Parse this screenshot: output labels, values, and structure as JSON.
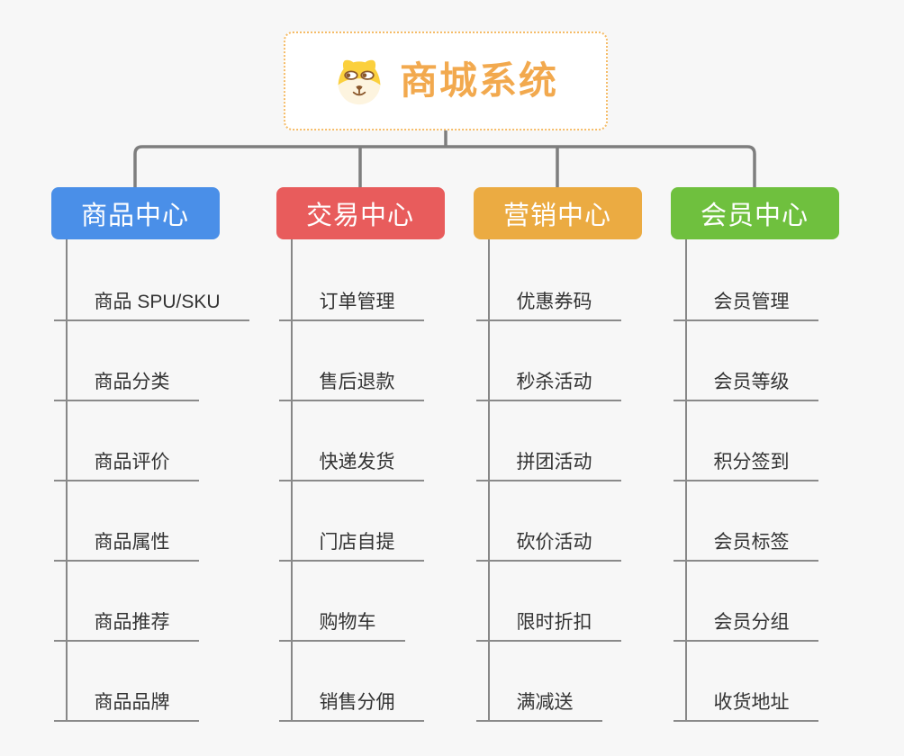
{
  "page": {
    "background_color": "#f7f7f7"
  },
  "root": {
    "title": "商城系统",
    "icon": "dog-face-icon",
    "title_color": "#f2a94e",
    "border_color": "#f5bc68"
  },
  "connector_color": "#7e7e7e",
  "branches": [
    {
      "label": "商品中心",
      "color": "#4a8fe8",
      "children": [
        "商品 SPU/SKU",
        "商品分类",
        "商品评价",
        "商品属性",
        "商品推荐",
        "商品品牌"
      ]
    },
    {
      "label": "交易中心",
      "color": "#e85c5c",
      "children": [
        "订单管理",
        "售后退款",
        "快递发货",
        "门店自提",
        "购物车",
        "销售分佣"
      ]
    },
    {
      "label": "营销中心",
      "color": "#ebab42",
      "children": [
        "优惠券码",
        "秒杀活动",
        "拼团活动",
        "砍价活动",
        "限时折扣",
        "满减送"
      ]
    },
    {
      "label": "会员中心",
      "color": "#6fc03e",
      "children": [
        "会员管理",
        "会员等级",
        "积分签到",
        "会员标签",
        "会员分组",
        "收货地址"
      ]
    }
  ]
}
